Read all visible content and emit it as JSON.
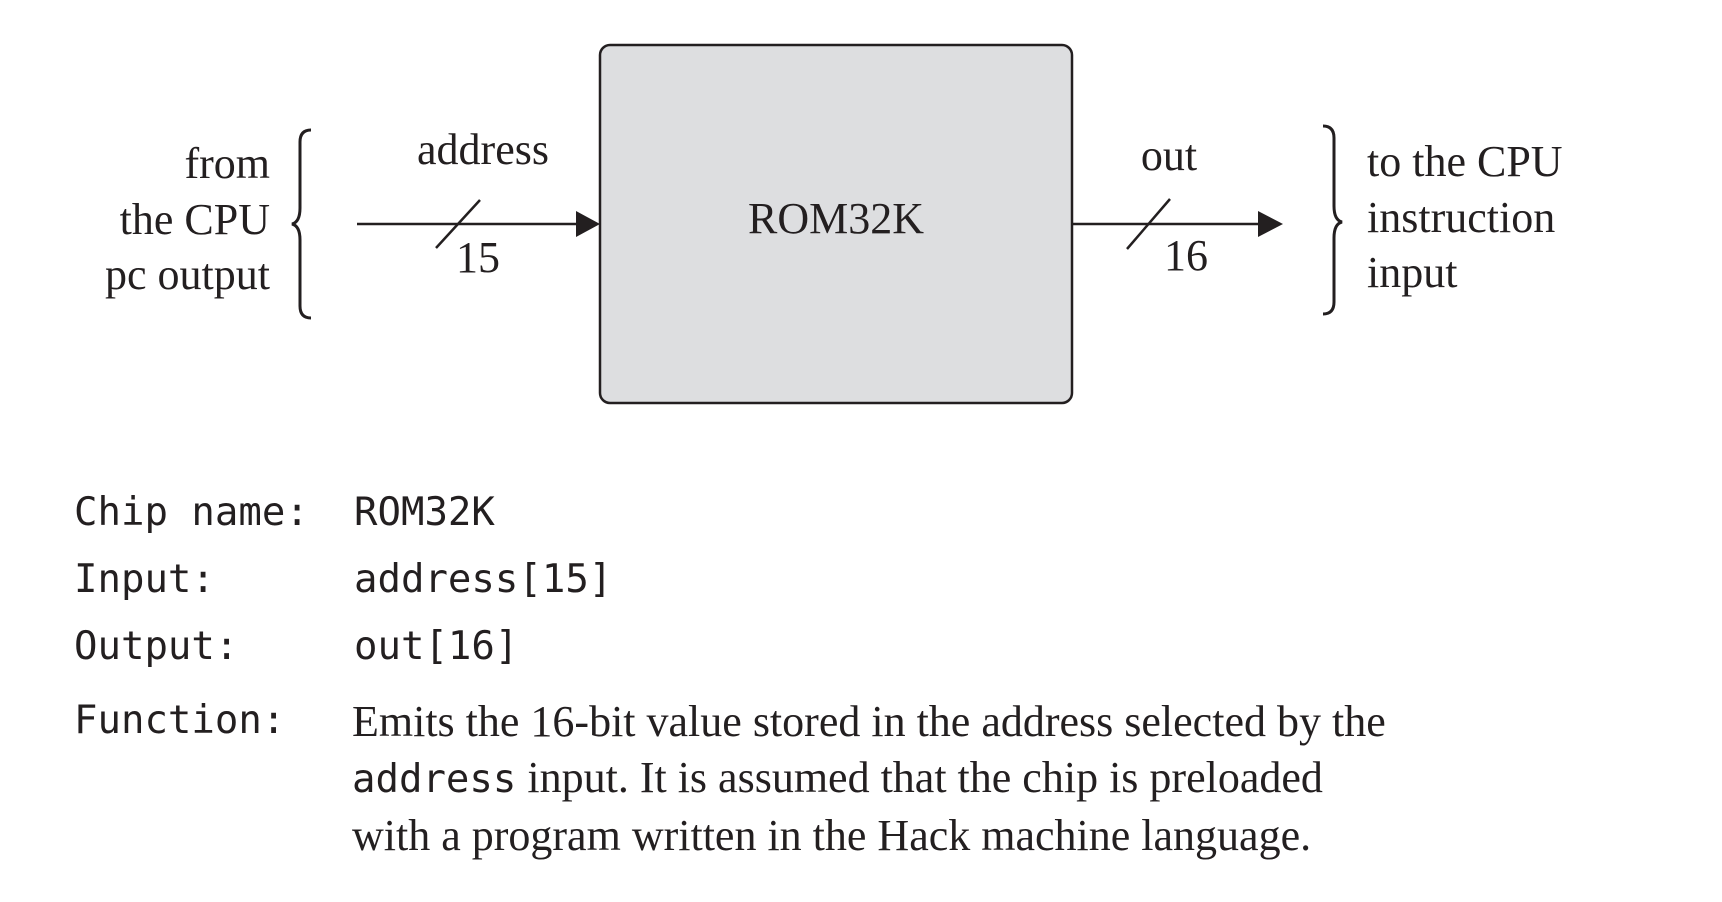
{
  "diagram": {
    "chip_label": "ROM32K",
    "left_note": [
      "from",
      "the CPU",
      "pc output"
    ],
    "input_name": "address",
    "input_width": "15",
    "output_name": "out",
    "output_width": "16",
    "right_note": [
      "to the CPU",
      "instruction",
      "input"
    ],
    "chip_fill": "#dddee0",
    "stroke": "#231f20"
  },
  "spec": {
    "chip_name_key": "Chip name:",
    "chip_name_value": "ROM32K",
    "input_key": "Input:",
    "input_value": "address[15]",
    "output_key": "Output:",
    "output_value": "out[16]",
    "function_key": "Function:",
    "function_line1": "Emits the 16-bit value stored in the address selected by the",
    "function_line2_code": "address",
    "function_line2_rest": " input. It is assumed that the chip is preloaded",
    "function_line3": "with a program written in the Hack machine language."
  }
}
